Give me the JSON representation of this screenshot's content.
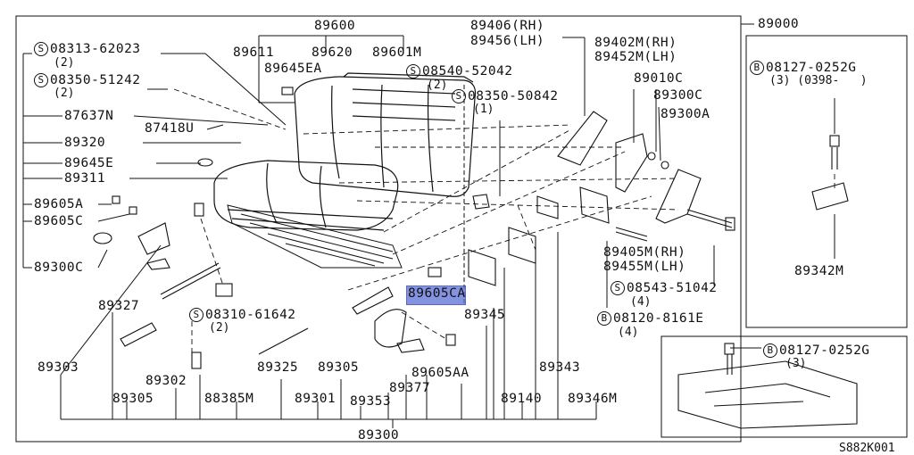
{
  "assembly": {
    "number": "89000",
    "total": "89300",
    "drawing_no": "S882K001"
  },
  "top_group": {
    "number": "89600"
  },
  "labels": {
    "l89611": "89611",
    "l89620": "89620",
    "l89601M": "89601M",
    "l89645EA": "89645EA",
    "l08313": "08313-62023",
    "l08313q": "(2)",
    "l08350a": "08350-51242",
    "l08350aq": "(2)",
    "l08540": "08540-52042",
    "l08540q": "(2)",
    "l08350b": "08350-50842",
    "l08350bq": "(1)",
    "l87637N": "87637N",
    "l87418U": "87418U",
    "l89320": "89320",
    "l89645E": "89645E",
    "l89311": "89311",
    "l89605A": "89605A",
    "l89605C": "89605C",
    "l89300C": "89300C",
    "l89327": "89327",
    "l89303": "89303",
    "l89305a": "89305",
    "l89302": "89302",
    "l88385M": "88385M",
    "l08310": "08310-61642",
    "l08310q": "(2)",
    "l89325": "89325",
    "l89301": "89301",
    "l89305b": "89305",
    "l89353": "89353",
    "l89377": "89377",
    "l89605AA": "89605AA",
    "l89605CA": "89605CA",
    "l89345": "89345",
    "l89140": "89140",
    "l89343": "89343",
    "l89346M": "89346M",
    "l89406": "89406(RH)",
    "l89456": "89456(LH)",
    "l89402M": "89402M(RH)",
    "l89452M": "89452M(LH)",
    "l89010C": "89010C",
    "l89300Cr": "89300C",
    "l89300A": "89300A",
    "l89405M": "89405M(RH)",
    "l89455M": "89455M(LH)",
    "l08543": "08543-51042",
    "l08543q": "(4)",
    "l08120": "08120-8161E",
    "l08120q": "(4)",
    "l08127a": "08127-0252G",
    "l08127aq": "(3) (0398-   )",
    "l89342M": "89342M",
    "l08127b": "08127-0252G",
    "l08127bq": "(3)"
  },
  "prefix": {
    "s": "S",
    "b": "B"
  },
  "colors": {
    "highlight": "#5a6fd6",
    "line": "#111111"
  }
}
